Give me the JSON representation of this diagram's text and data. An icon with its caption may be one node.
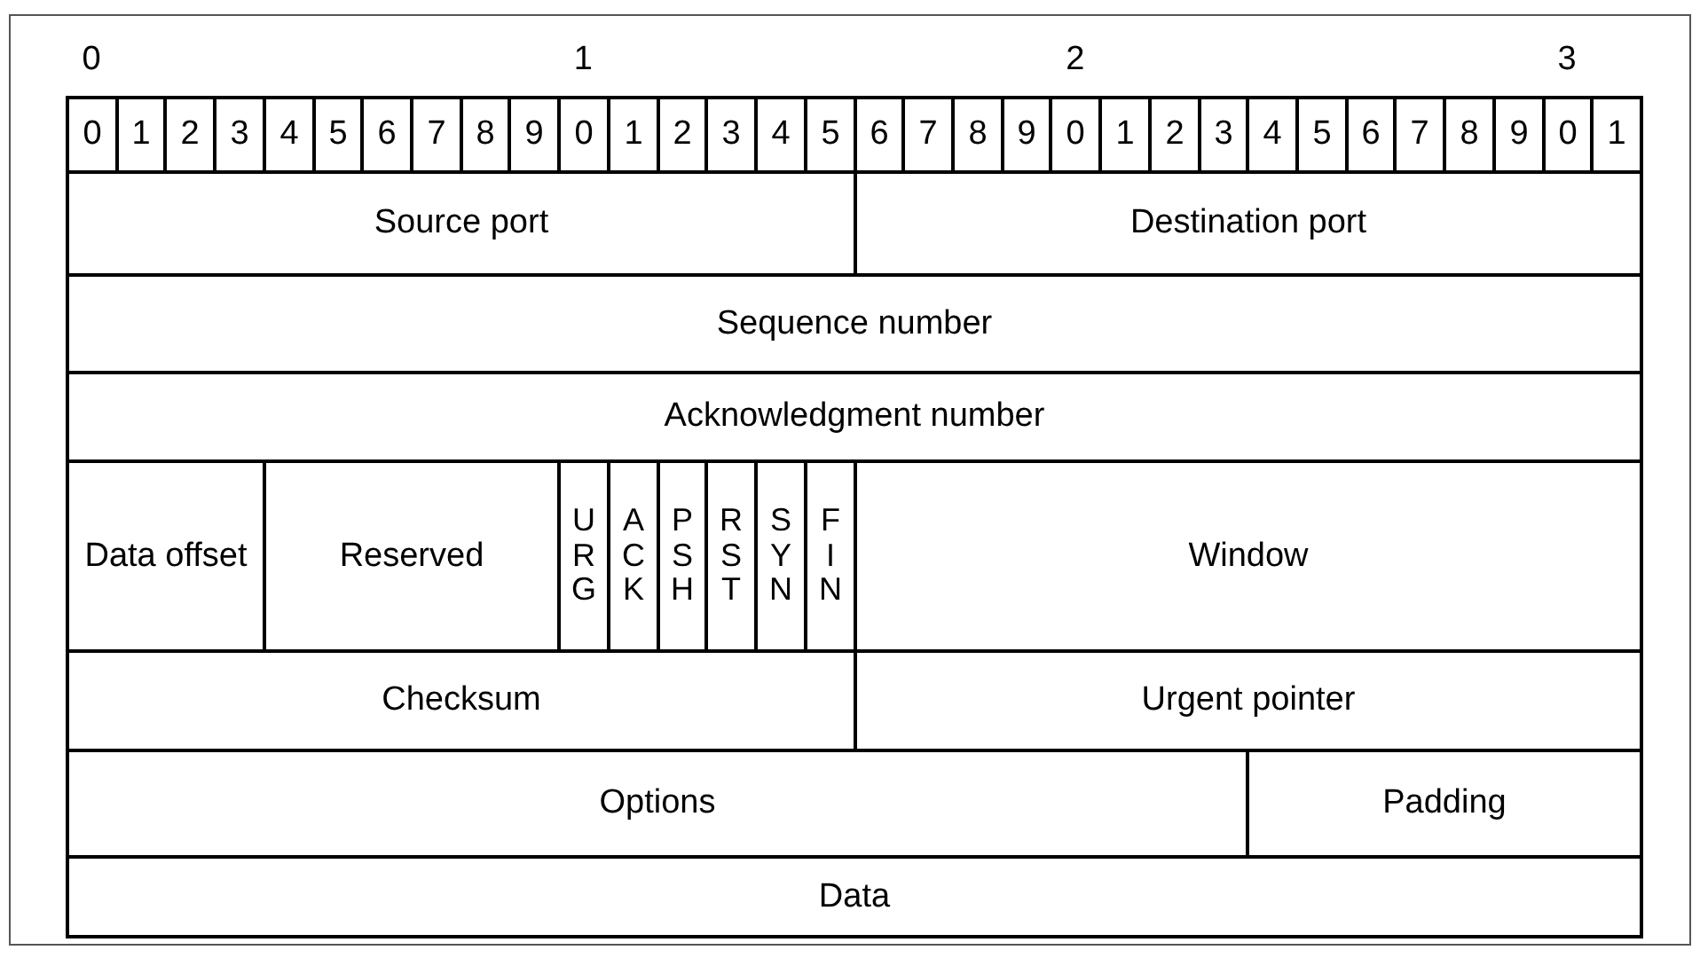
{
  "diagram": {
    "nodes": [
      {
        "text": [
          "0"
        ]
      },
      {
        "text": [
          "1"
        ]
      },
      {
        "text": [
          "2"
        ]
      },
      {
        "text": [
          "3"
        ]
      },
      {
        "text": [
          "4"
        ]
      },
      {
        "text": [
          "5"
        ]
      },
      {
        "text": [
          "6"
        ]
      },
      {
        "text": [
          "7"
        ]
      },
      {
        "text": [
          "8"
        ]
      },
      {
        "text": [
          "9"
        ]
      },
      {
        "text": [
          "0"
        ]
      },
      {
        "text": [
          "1"
        ]
      },
      {
        "text": [
          "2"
        ]
      },
      {
        "text": [
          "3"
        ]
      },
      {
        "text": [
          "4"
        ]
      },
      {
        "text": [
          "5"
        ]
      },
      {
        "text": [
          "6"
        ]
      },
      {
        "text": [
          "7"
        ]
      },
      {
        "text": [
          "8"
        ]
      },
      {
        "text": [
          "9"
        ]
      },
      {
        "text": [
          "0"
        ]
      },
      {
        "text": [
          "1"
        ]
      },
      {
        "text": [
          "2"
        ]
      },
      {
        "text": [
          "3"
        ]
      },
      {
        "text": [
          "4"
        ]
      },
      {
        "text": [
          "5"
        ]
      },
      {
        "text": [
          "6"
        ]
      },
      {
        "text": [
          "7"
        ]
      },
      {
        "text": [
          "8"
        ]
      },
      {
        "text": [
          "9"
        ]
      },
      {
        "text": [
          "0"
        ]
      },
      {
        "text": [
          "1"
        ]
      },
      {
        "text": [
          "Source port"
        ]
      },
      {
        "text": [
          "Destination port"
        ]
      },
      {
        "text": [
          "Sequence number"
        ]
      },
      {
        "text": [
          "Acknowledgment number"
        ]
      },
      {
        "text": [
          "Data offset"
        ]
      },
      {
        "text": [
          "Reserved"
        ]
      },
      {
        "text": [
          "URG"
        ]
      },
      {
        "text": [
          "ACK"
        ]
      },
      {
        "text": [
          "PSH"
        ]
      },
      {
        "text": [
          "RST"
        ]
      },
      {
        "text": [
          "SYN"
        ]
      },
      {
        "text": [
          "FIN"
        ]
      },
      {
        "text": [
          "Window"
        ]
      },
      {
        "text": [
          "Checksum"
        ]
      },
      {
        "text": [
          "Urgent pointer"
        ]
      },
      {
        "text": [
          "Options"
        ]
      },
      {
        "text": [
          "Padding"
        ]
      },
      {
        "text": [
          "Data"
        ]
      }
    ],
    "labels": [
      "0",
      "1",
      "2",
      "3"
    ]
  }
}
